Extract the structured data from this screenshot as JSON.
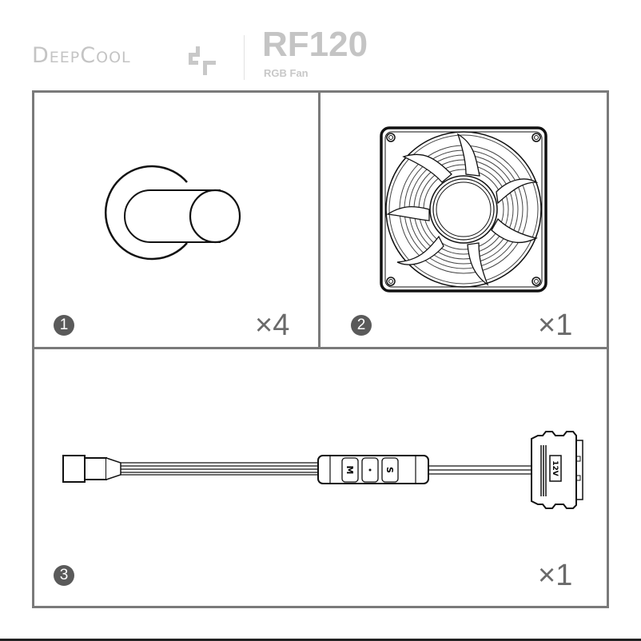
{
  "header": {
    "brand": "DeepCool",
    "model": "RF120",
    "subtitle": "RGB Fan"
  },
  "items": [
    {
      "number": "1",
      "quantity": "×4",
      "part": "screw-mount"
    },
    {
      "number": "2",
      "quantity": "×1",
      "part": "rgb-fan"
    },
    {
      "number": "3",
      "quantity": "×1",
      "part": "rgb-controller-cable"
    }
  ],
  "controller": {
    "button_m": "M",
    "button_s": "S",
    "connector_label": "12V"
  },
  "colors": {
    "border": "#7a7a7a",
    "logo_gray": "#c4c4c4",
    "badge": "#5a5a5a"
  }
}
